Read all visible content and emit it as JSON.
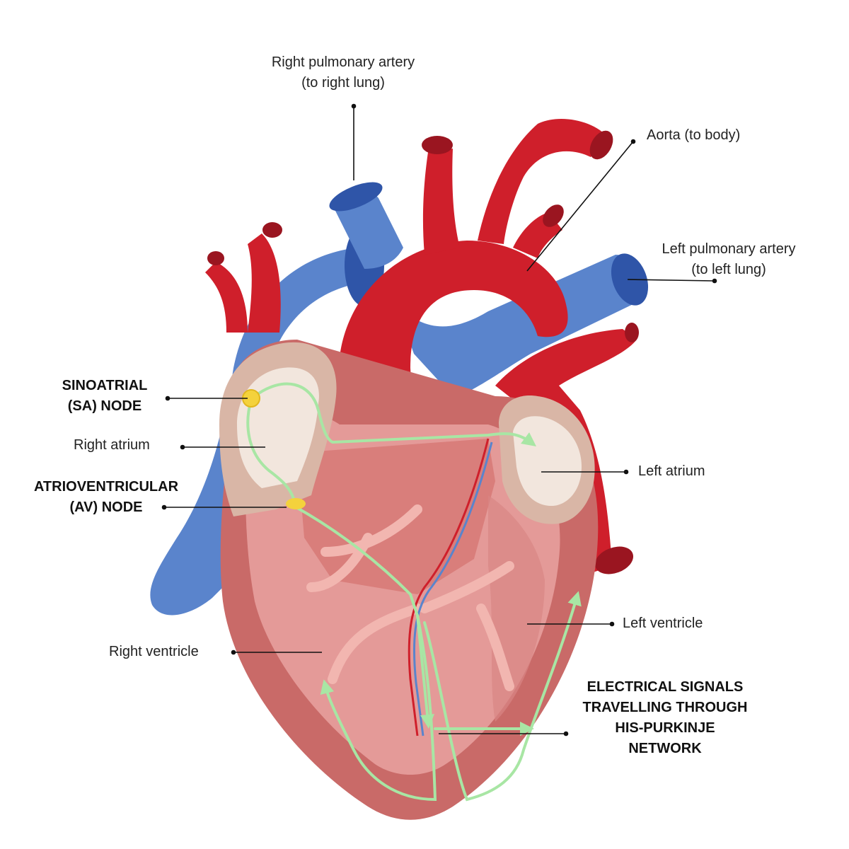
{
  "labels": {
    "right_pulmonary_artery": [
      "Right pulmonary artery",
      "(to right lung)"
    ],
    "aorta": "Aorta (to body)",
    "left_pulmonary_artery": [
      "Left pulmonary artery",
      "(to left lung)"
    ],
    "sa_node": [
      "SINOATRIAL",
      "(SA) NODE"
    ],
    "right_atrium": "Right atrium",
    "left_atrium": "Left atrium",
    "av_node": [
      "ATRIOVENTRICULAR",
      "(AV) NODE"
    ],
    "left_ventricle": "Left ventricle",
    "right_ventricle": "Right ventricle",
    "electrical_signals": [
      "ELECTRICAL SIGNALS",
      "TRAVELLING THROUGH",
      "HIS-PURKINJE",
      "NETWORK"
    ]
  },
  "colors": {
    "vessel_red": "#cf1f2b",
    "vessel_red_dark": "#9a1520",
    "vessel_blue": "#5a84cc",
    "vessel_blue_dark": "#2f55a8",
    "heart_body": "#c96a68",
    "heart_inner": "#e49a98",
    "heart_light": "#f2b6b0",
    "atrium_tan": "#d9b6a6",
    "atrium_inner": "#f2e6dd",
    "signal_green": "#a8e6a4",
    "node_yellow": "#f4d23c",
    "leader_line": "#111111"
  }
}
